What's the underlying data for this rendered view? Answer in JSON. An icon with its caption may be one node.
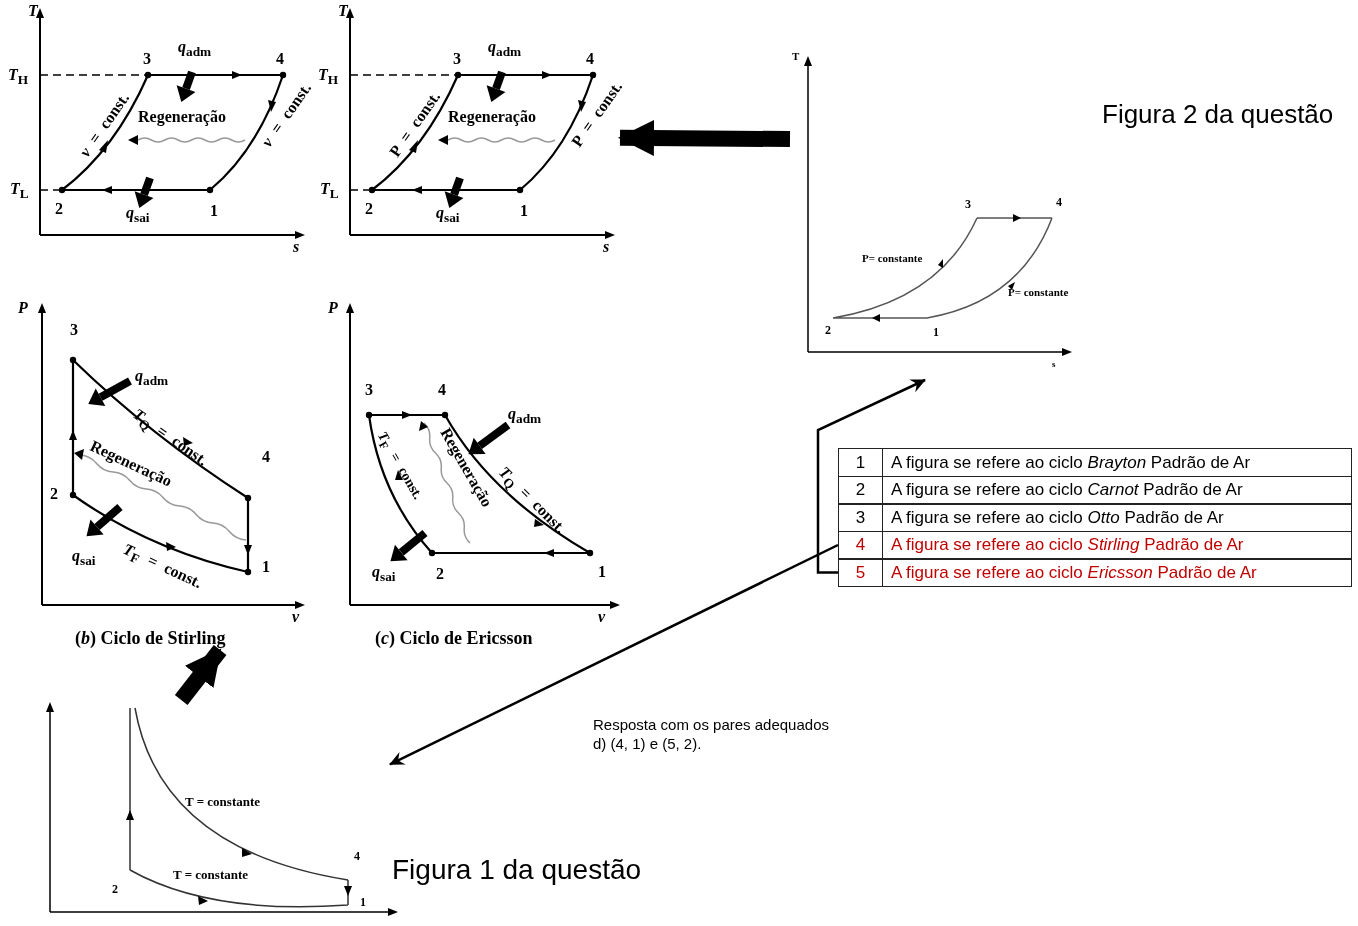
{
  "diagram": {
    "nodes": [
      {
        "text": [
          "*T*",
          "3",
          "*q*$_{adm}$",
          "4",
          "*T*$_{H}$",
          "*v* = const.",
          "Regeneração",
          "*v* = const.",
          "*T*$_{L}$",
          "2",
          "*q*$_{sai}$",
          "1",
          "*s*"
        ]
      },
      {
        "text": [
          "*T*",
          "3",
          "*q*$_{adm}$",
          "4",
          "*T*$_{H}$",
          "P = const.",
          "Regeneração",
          "P = const.",
          "*T*$_{L}$",
          "2",
          "*q*$_{sai}$",
          "1",
          "*s*"
        ]
      },
      {
        "text": [
          "*P*",
          "3",
          "*q*$_{adm}$",
          "*T*$_{Q}$ = const.",
          "4",
          "Regeneração",
          "2",
          "*q*$_{sai}$",
          "*T*$_{F}$ = const.",
          "1",
          "*v*"
        ],
        "beside": [
          "(*b*) Ciclo de Stirling"
        ]
      },
      {
        "text": [
          "*P*",
          "3",
          "4",
          "*q*$_{adm}$",
          "*T*$_{F}$ = const.",
          "Regeneração",
          "*T*$_{Q}$ = const.",
          "*q*$_{sai}$",
          "2",
          "1",
          "*v*"
        ],
        "beside": [
          "(*c*) Ciclo de Ericsson"
        ]
      },
      {
        "text": [
          "T",
          "3",
          "4",
          "P= constante",
          "P= constante",
          "2",
          "1",
          "s"
        ],
        "beside": [
          "Figura 2 da questão"
        ]
      },
      {
        "text": [
          "1",
          "A figura se refere ao ciclo *Brayton* Padrão de Ar"
        ]
      },
      {
        "text": [
          "2",
          "A figura se refere ao ciclo *Carnot* Padrão de Ar"
        ]
      },
      {
        "text": [
          "3",
          "A figura se refere ao ciclo *Otto* Padrão de Ar"
        ]
      },
      {
        "text": [
          "4",
          "A figura se refere ao ciclo *Stirling* Padrão de Ar"
        ]
      },
      {
        "text": [
          "5",
          "A figura se refere ao ciclo *Ericsson* Padrão de Ar"
        ]
      },
      {
        "text": [
          "T = constante",
          "T = constante",
          "4",
          "2",
          "1"
        ],
        "beside": [
          "Figura 1 da questão"
        ]
      }
    ],
    "edges": [
      {
        "from": 4,
        "to": 1,
        "arrow": "to",
        "style": "thick"
      },
      {
        "from": 10,
        "to": 2,
        "arrow": "to",
        "style": "thick"
      },
      {
        "from": 9,
        "to": 4,
        "arrow": "to"
      },
      {
        "from": 8,
        "to": 10,
        "arrow": "to"
      }
    ],
    "labels": [
      "Resposta com os pares adequados",
      "d) (4, 1) e (5, 2)."
    ]
  }
}
